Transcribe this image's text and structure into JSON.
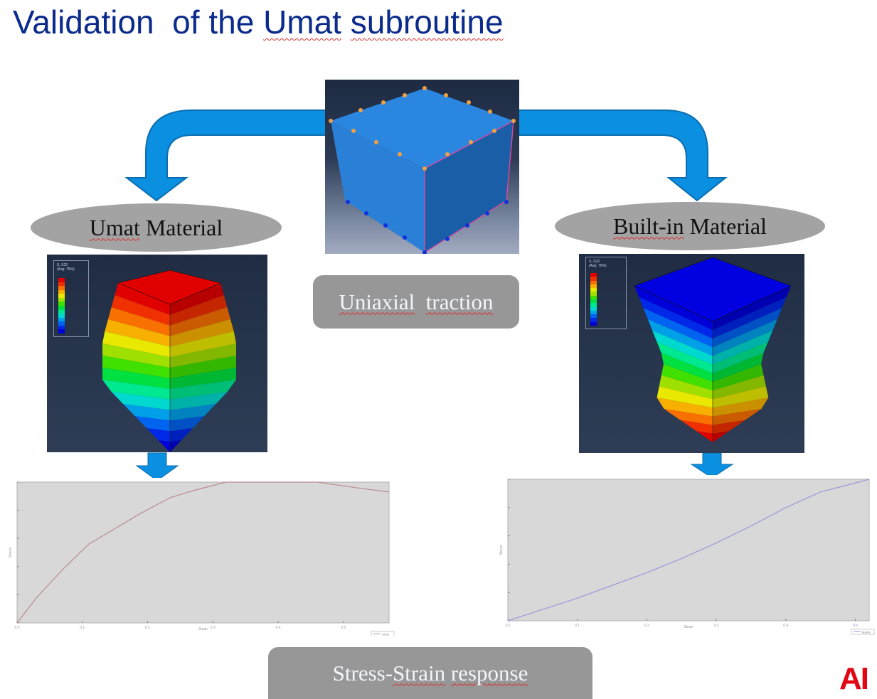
{
  "slide": {
    "title_parts": [
      "Validation  of the ",
      "Umat",
      " ",
      "subroutine"
    ],
    "center_label": [
      "Uniaxial",
      "traction"
    ],
    "left_label": [
      "Umat",
      " Material"
    ],
    "right_label": [
      "Built-in",
      " Material"
    ],
    "bottom_label": [
      "Stress-",
      "Strain",
      " ",
      "response"
    ],
    "logo_text": "AI",
    "colors": {
      "title": "#0a2a8c",
      "arrow": "#0b8fe0",
      "arrow_border": "#0a6db0",
      "label_bg": "#979797",
      "logo": "#e30613",
      "umat_curve": "#b98b8f",
      "builtin_curve": "#9a9ad8"
    }
  },
  "images": {
    "center": "undeformed cube with boundary conditions",
    "left": "Umat contour plot S, S22 (barrel-shaped deformation)",
    "right": "Built-in contour plot S, S22 (hourglass-shaped deformation)"
  },
  "legends": {
    "left": {
      "title": "S, S22",
      "subtitle": "(Avg: 75%)"
    },
    "right": {
      "title": "S, S22",
      "subtitle": "(Avg: 75%)"
    }
  },
  "chart_data": [
    {
      "type": "line",
      "title": "",
      "xlabel": "Strain",
      "ylabel": "Stress",
      "grid": false,
      "legend": "bottom-right",
      "x_ticks": [
        "0.0",
        "0.1",
        "0.2",
        "0.3",
        "0.4",
        "0.5"
      ],
      "xlim": [
        0,
        0.57
      ],
      "ylim": [
        0,
        1
      ],
      "series": [
        {
          "name": "Umat",
          "x": [
            0.0,
            0.03,
            0.07,
            0.11,
            0.15,
            0.19,
            0.235,
            0.27,
            0.32,
            0.37,
            0.41,
            0.46,
            0.52,
            0.57
          ],
          "y": [
            0.0,
            0.18,
            0.38,
            0.56,
            0.67,
            0.78,
            0.89,
            0.94,
            1.0,
            1.0,
            1.0,
            1.0,
            0.96,
            0.93
          ]
        }
      ]
    },
    {
      "type": "line",
      "title": "",
      "xlabel": "Strain",
      "ylabel": "Stress",
      "grid": false,
      "legend": "bottom-right",
      "x_ticks": [
        "0.0",
        "0.1",
        "0.2",
        "0.3",
        "0.4",
        "0.5"
      ],
      "xlim": [
        0,
        0.52
      ],
      "ylim": [
        0,
        1
      ],
      "series": [
        {
          "name": "Built-in",
          "x": [
            0.0,
            0.05,
            0.1,
            0.15,
            0.2,
            0.25,
            0.3,
            0.35,
            0.4,
            0.45,
            0.52
          ],
          "y": [
            0.0,
            0.08,
            0.16,
            0.25,
            0.34,
            0.44,
            0.55,
            0.67,
            0.8,
            0.91,
            1.0
          ]
        }
      ]
    }
  ]
}
